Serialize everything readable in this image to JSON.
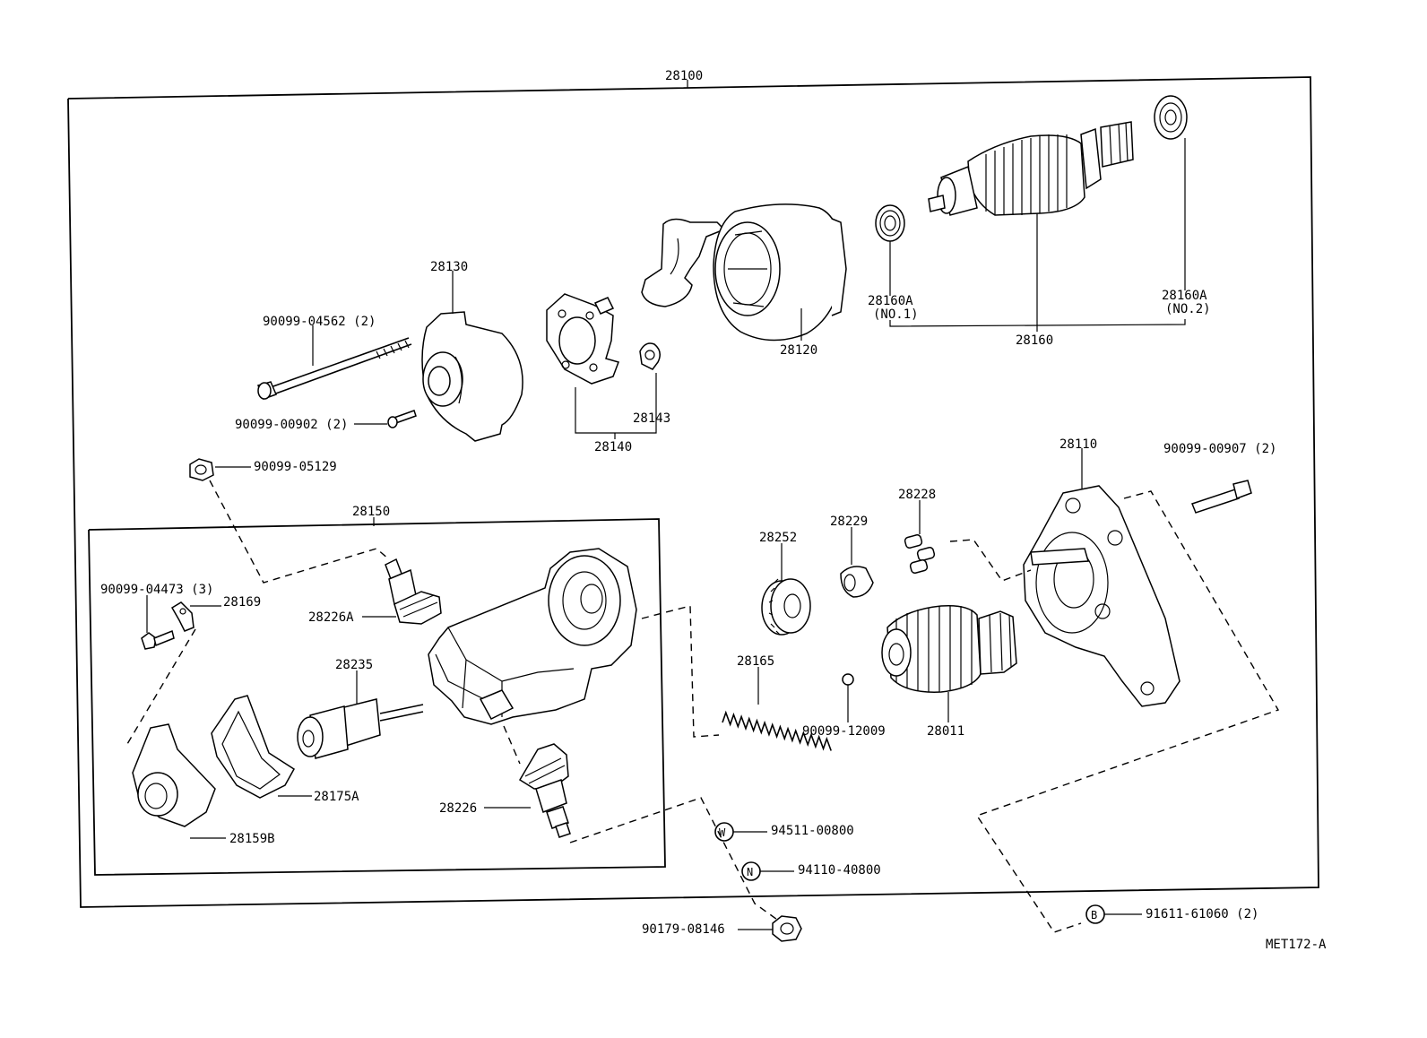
{
  "diagram_code": "MET172-A",
  "labels": {
    "l28100": "28100",
    "l28130": "28130",
    "l90099_04562": "90099-04562 (2)",
    "l90099_00902": "90099-00902 (2)",
    "l90099_05129": "90099-05129",
    "l28143": "28143",
    "l28140": "28140",
    "l28120": "28120",
    "l28160a_1": "28160A",
    "l28160a_1_sub": "(NO.1)",
    "l28160": "28160",
    "l28160a_2": "28160A",
    "l28160a_2_sub": "(NO.2)",
    "l28110": "28110",
    "l90099_00907": "90099-00907 (2)",
    "l28150": "28150",
    "l90099_04473": "90099-04473 (3)",
    "l28169": "28169",
    "l28226a": "28226A",
    "l28235": "28235",
    "l28175a": "28175A",
    "l28159b": "28159B",
    "l28226": "28226",
    "l28228": "28228",
    "l28229": "28229",
    "l28252": "28252",
    "l28165": "28165",
    "l90099_12009": "90099-12009",
    "l28011": "28011",
    "l94511_00800": "94511-00800",
    "l94110_40800": "94110-40800",
    "l90179_08146": "90179-08146",
    "l91611_61060": "91611-61060 (2)"
  },
  "symbols": {
    "washer": "W",
    "nut": "N",
    "bolt": "B"
  }
}
